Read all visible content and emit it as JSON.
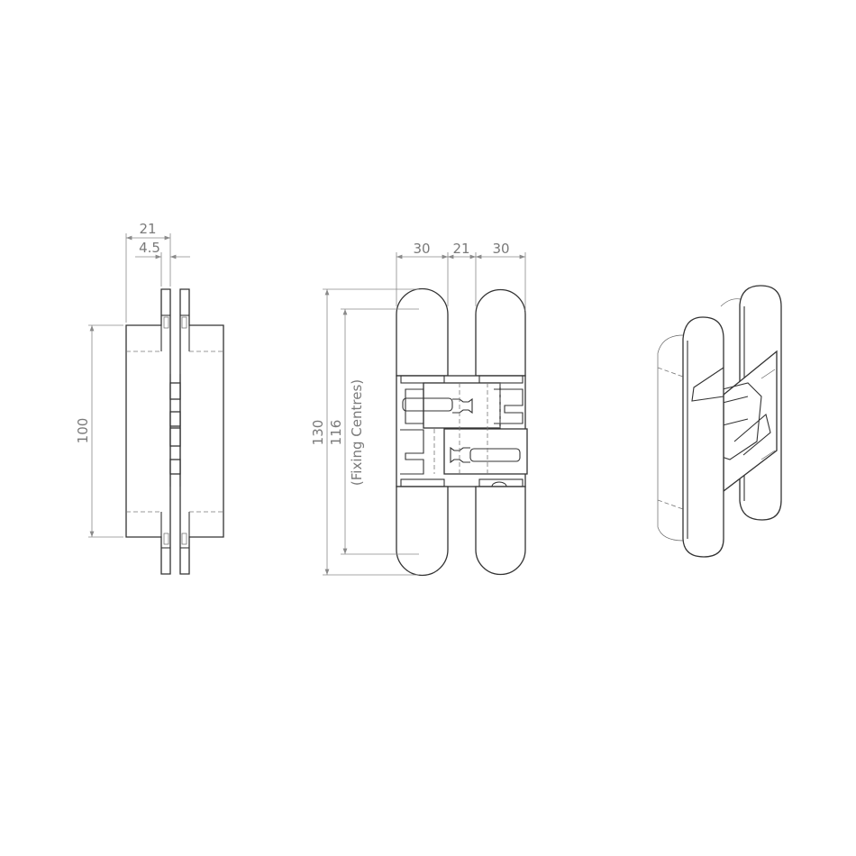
{
  "side_view": {
    "width_label": "21",
    "flange_label": "4.5",
    "height_label": "100"
  },
  "front_view": {
    "leaf_left_label": "30",
    "gap_label": "21",
    "leaf_right_label": "30",
    "overall_height_label": "130",
    "fixing_label": "116",
    "fixing_note": "(Fixing Centres)"
  },
  "colors": {
    "line": "#333333",
    "dimension": "#8a8a8a"
  }
}
